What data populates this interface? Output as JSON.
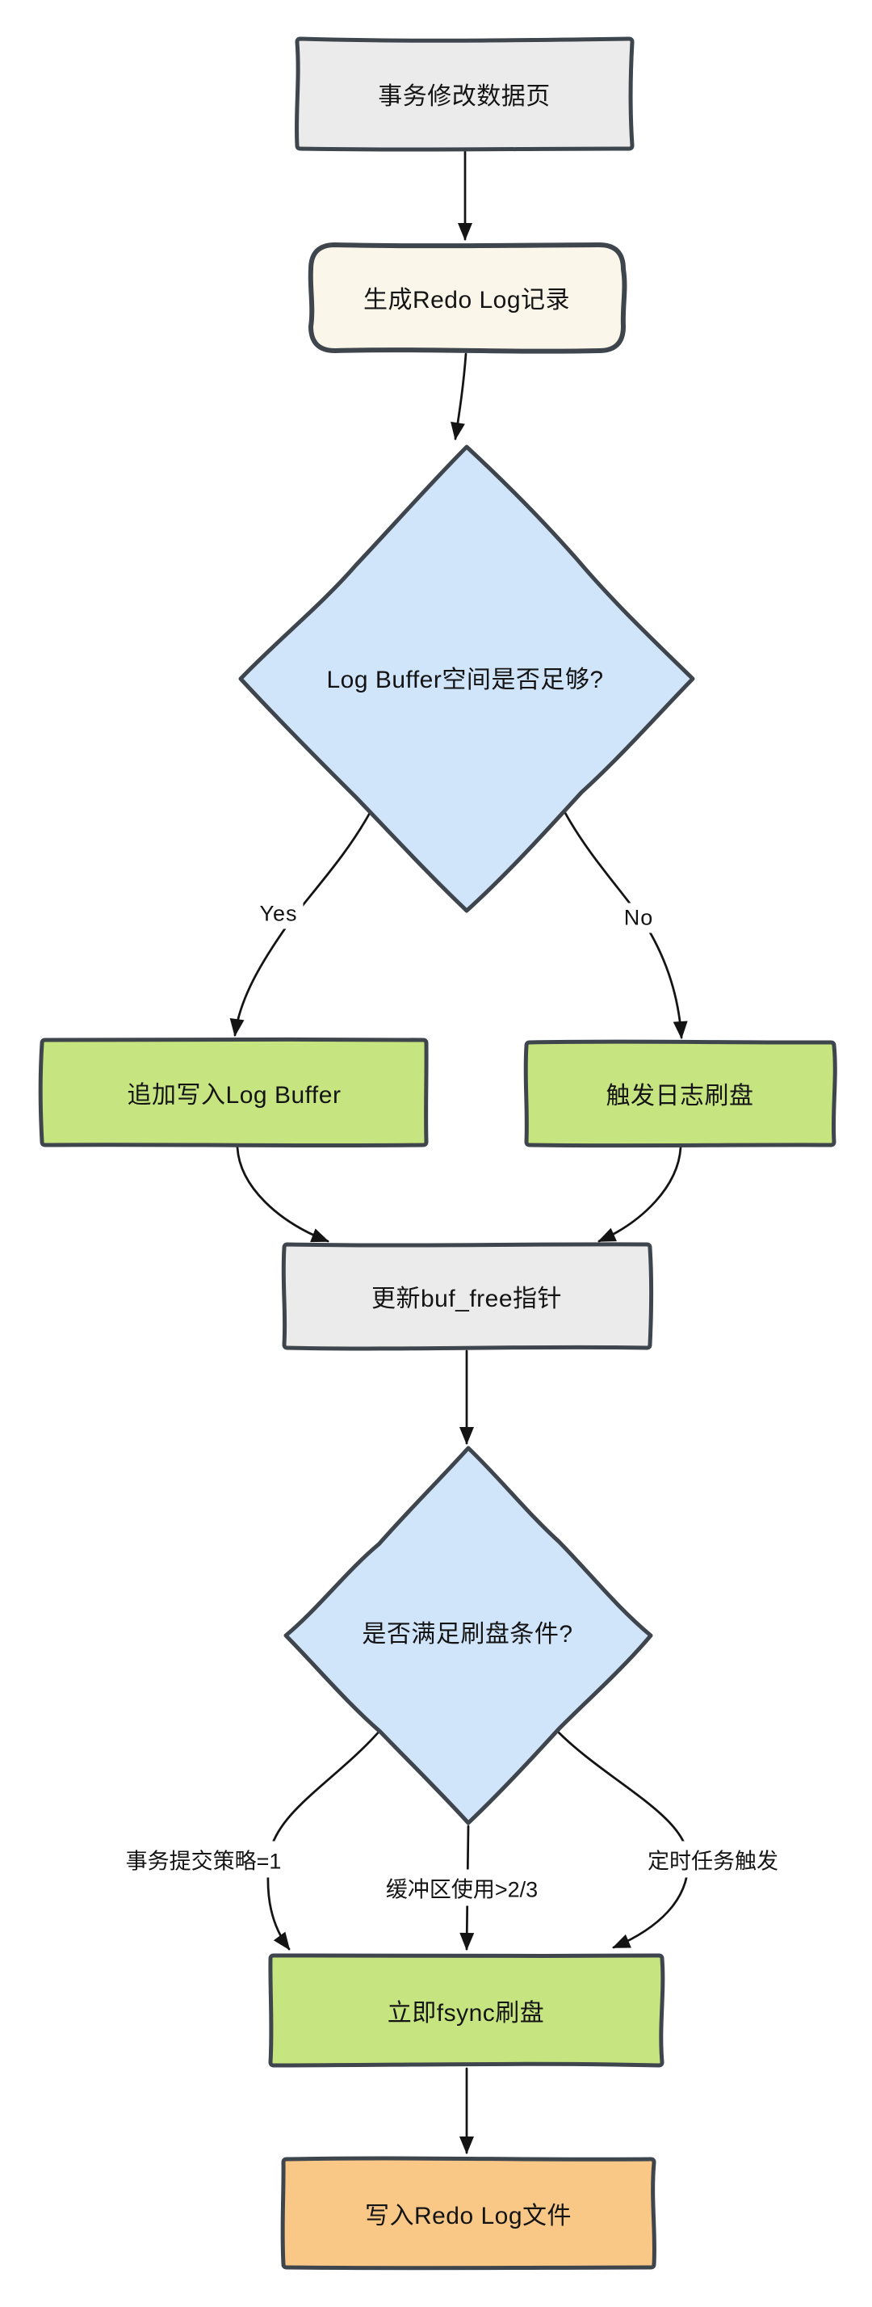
{
  "diagram": {
    "type": "flowchart",
    "direction": "top-down",
    "style": "hand-drawn-sketch",
    "nodes": {
      "start": {
        "label": "事务修改数据页",
        "shape": "rectangle",
        "fill": "#ebebeb"
      },
      "gen_redo": {
        "label": "生成Redo Log记录",
        "shape": "rounded-rectangle",
        "fill": "#faf6ea"
      },
      "buffer_check": {
        "label": "Log Buffer空间是否足够?",
        "shape": "diamond",
        "fill": "#d0e4fa"
      },
      "append_buffer": {
        "label": "追加写入Log Buffer",
        "shape": "rectangle",
        "fill": "#c6e581"
      },
      "trigger_flush": {
        "label": "触发日志刷盘",
        "shape": "rectangle",
        "fill": "#c6e581"
      },
      "update_buf_free": {
        "label": "更新buf_free指针",
        "shape": "rectangle",
        "fill": "#ebebeb"
      },
      "flush_check": {
        "label": "是否满足刷盘条件?",
        "shape": "diamond",
        "fill": "#d0e4fa"
      },
      "fsync_now": {
        "label": "立即fsync刷盘",
        "shape": "rectangle",
        "fill": "#c6e581"
      },
      "write_file": {
        "label": "写入Redo Log文件",
        "shape": "rectangle",
        "fill": "#f9c887"
      }
    },
    "edge_labels": {
      "yes": "Yes",
      "no": "No",
      "commit_policy": "事务提交策略=1",
      "buffer_usage": "缓冲区使用>2/3",
      "timer": "定时任务触发"
    },
    "edges": [
      {
        "from": "start",
        "to": "gen_redo",
        "label": ""
      },
      {
        "from": "gen_redo",
        "to": "buffer_check",
        "label": ""
      },
      {
        "from": "buffer_check",
        "to": "append_buffer",
        "label": "Yes"
      },
      {
        "from": "buffer_check",
        "to": "trigger_flush",
        "label": "No"
      },
      {
        "from": "append_buffer",
        "to": "update_buf_free",
        "label": ""
      },
      {
        "from": "trigger_flush",
        "to": "update_buf_free",
        "label": ""
      },
      {
        "from": "update_buf_free",
        "to": "flush_check",
        "label": ""
      },
      {
        "from": "flush_check",
        "to": "fsync_now",
        "label": "事务提交策略=1"
      },
      {
        "from": "flush_check",
        "to": "fsync_now",
        "label": "缓冲区使用>2/3"
      },
      {
        "from": "flush_check",
        "to": "fsync_now",
        "label": "定时任务触发"
      },
      {
        "from": "fsync_now",
        "to": "write_file",
        "label": ""
      }
    ],
    "colors": {
      "shape_stroke": "#3f454d",
      "connector": "#141414",
      "process_gray": "#ebebeb",
      "process_green": "#c6e581",
      "decision_blue": "#d0e4fa",
      "terminal_orange": "#f9c887",
      "note_cream": "#faf6ea",
      "background": "#ffffff",
      "text": "#141414"
    }
  }
}
